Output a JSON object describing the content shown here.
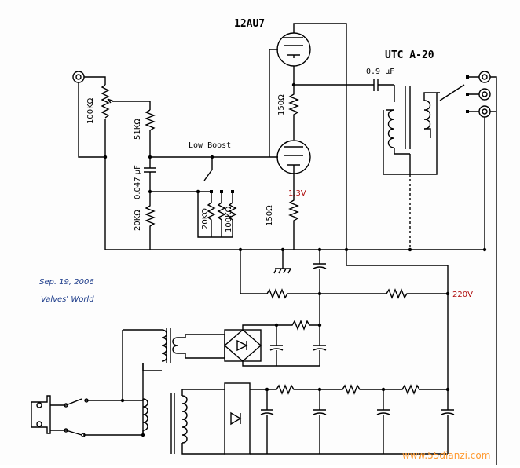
{
  "labels": {
    "tube": "12AU7",
    "transformer": "UTC A-20",
    "cap_out": "0.9 μF",
    "pot": "100KΩ",
    "r_51k": "51KΩ",
    "cap_047": "0.047 μF",
    "r_20k_left": "20KΩ",
    "switch_label": "Low Boost",
    "r_20k_mid": "20KΩ",
    "r_100k_mid": "100KΩ",
    "r_150_plate": "150Ω",
    "r_150_cathode": "150Ω",
    "v_cathode": "1.3V",
    "v_supply": "220V",
    "date": "Sep. 19, 2006",
    "credit": "Valves' World",
    "watermark": "www.55dianzi.com"
  },
  "colors": {
    "wire": "#000000",
    "voltage": "#b01010",
    "credit": "#1d3c8a",
    "watermark": "#ff9a30"
  }
}
